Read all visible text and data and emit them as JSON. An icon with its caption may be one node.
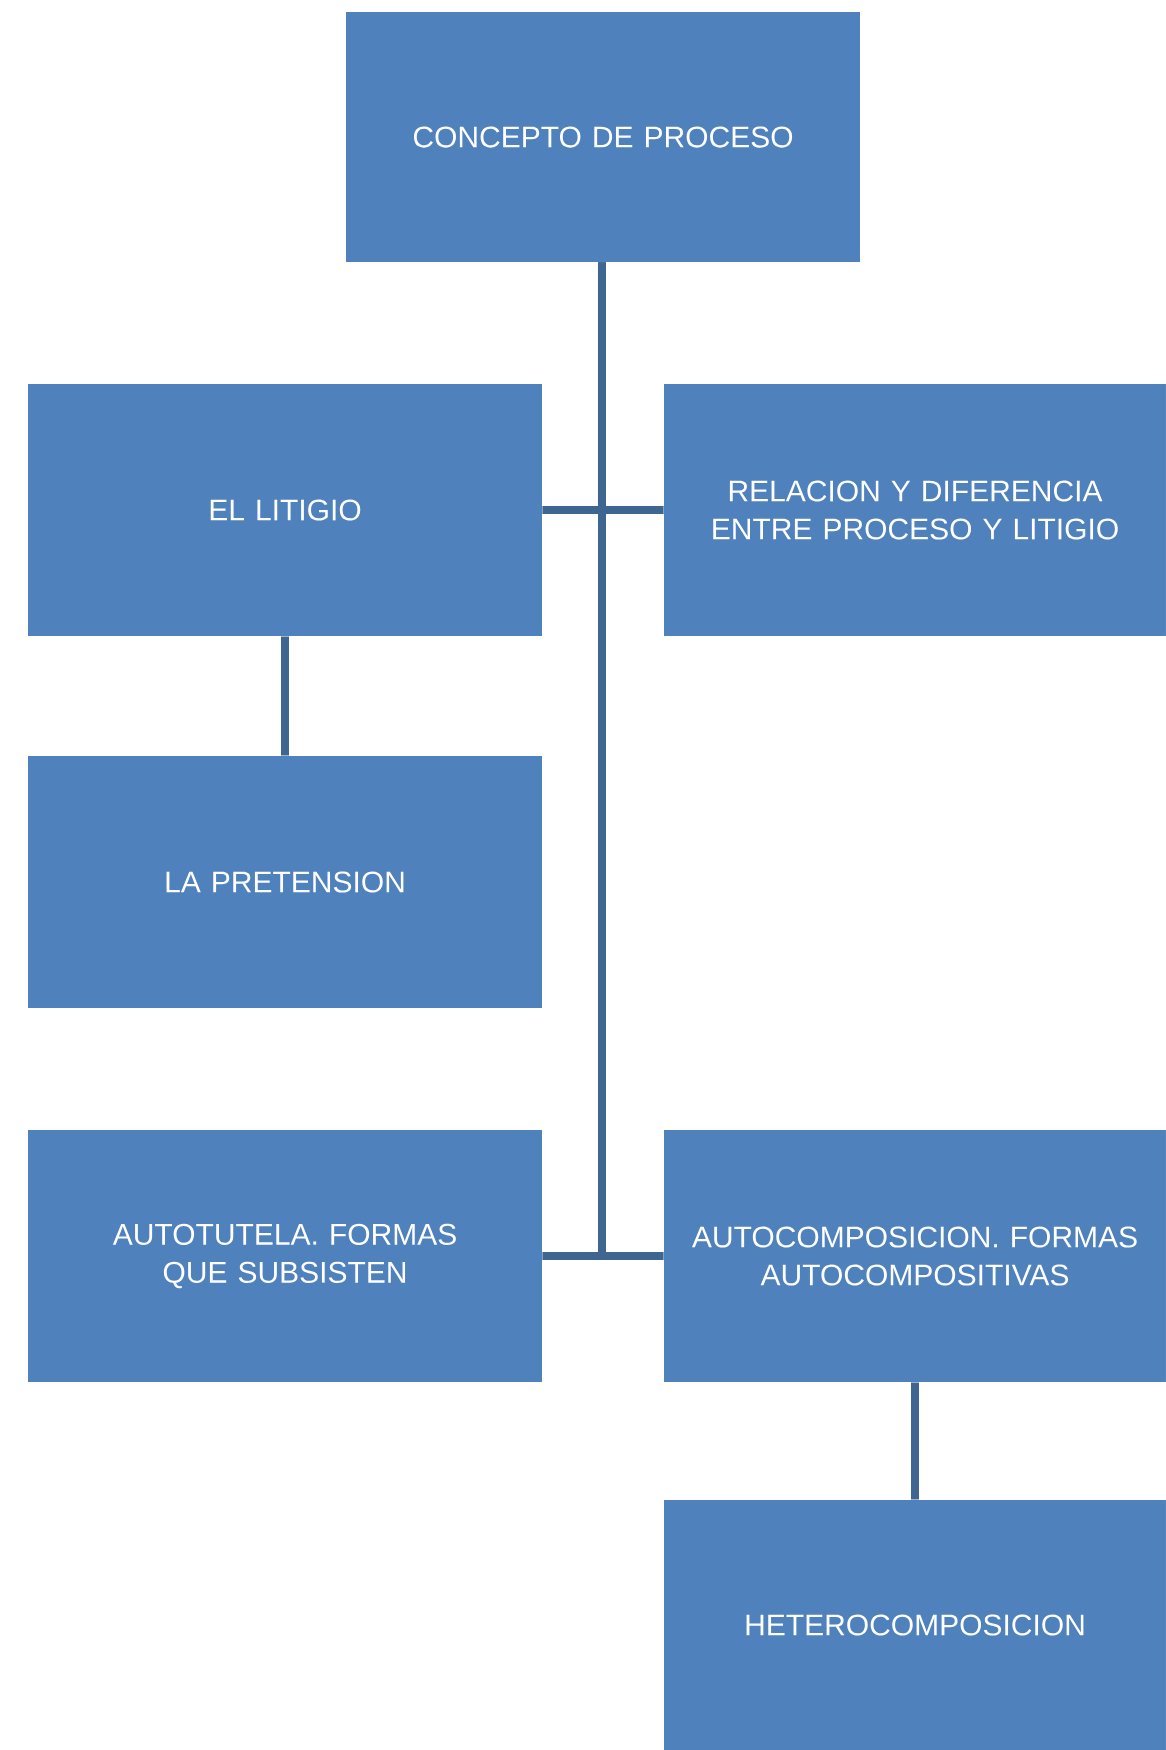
{
  "diagram": {
    "nodes": [
      {
        "text": [
          "CONCEPTO DE PROCESO"
        ]
      },
      {
        "text": [
          "EL LITIGIO"
        ]
      },
      {
        "text": [
          "RELACION Y DIFERENCIA ENTRE PROCESO Y LITIGIO"
        ]
      },
      {
        "text": [
          "LA PRETENSION"
        ]
      },
      {
        "text": [
          "AUTOTUTELA. FORMAS QUE SUBSISTEN"
        ]
      },
      {
        "text": [
          "AUTOCOMPOSICION. FORMAS AUTOCOMPOSITIVAS"
        ]
      },
      {
        "text": [
          "HETEROCOMPOSICION"
        ]
      }
    ],
    "edges": [
      {
        "from": 0,
        "to": 1,
        "arrow": "none"
      },
      {
        "from": 0,
        "to": 2,
        "arrow": "none"
      },
      {
        "from": 0,
        "to": 4,
        "arrow": "none"
      },
      {
        "from": 0,
        "to": 5,
        "arrow": "none"
      },
      {
        "from": 1,
        "to": 3,
        "arrow": "none"
      },
      {
        "from": 5,
        "to": 6,
        "arrow": "none"
      }
    ]
  }
}
